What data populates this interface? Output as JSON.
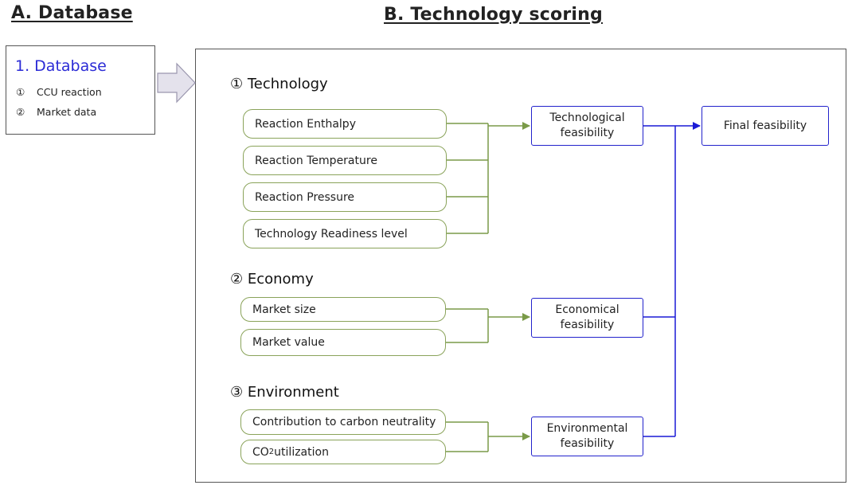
{
  "headings": {
    "a": "A. Database",
    "b": "B. Technology scoring"
  },
  "database": {
    "title": "1. Database",
    "items": [
      {
        "num": "①",
        "label": "CCU reaction"
      },
      {
        "num": "②",
        "label": "Market data"
      }
    ]
  },
  "groups": {
    "technology": {
      "title": "① Technology",
      "factors": [
        "Reaction Enthalpy",
        "Reaction Temperature",
        "Reaction Pressure",
        "Technology Readiness level"
      ],
      "output": "Technological feasibility"
    },
    "economy": {
      "title": "② Economy",
      "factors": [
        "Market size",
        "Market value"
      ],
      "output": "Economical feasibility"
    },
    "environment": {
      "title": "③ Environment",
      "factors": [
        "Contribution to carbon neutrality",
        "CO2 utilization"
      ],
      "output": "Environmental feasibility"
    }
  },
  "final": "Final feasibility",
  "colors": {
    "factor_border": "#8aa35a",
    "output_border": "#2222cc",
    "db_title": "#2b2bd6"
  }
}
